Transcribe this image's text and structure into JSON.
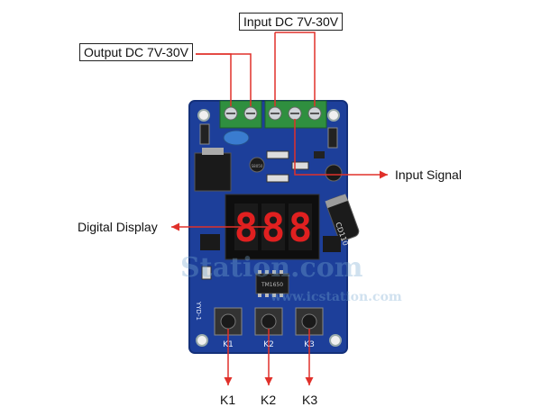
{
  "labels": {
    "input_dc": "Input DC 7V-30V",
    "output_dc": "Output DC 7V-30V",
    "input_signal": "Input Signal",
    "digital_display": "Digital Display",
    "k1": "K1",
    "k2": "K2",
    "k3": "K3"
  },
  "board": {
    "display_digits": [
      "8",
      "8",
      "8"
    ],
    "button_silk": [
      "K1",
      "K2",
      "K3"
    ],
    "silk_model": "YYD-1",
    "capacitor_text": "CD110",
    "ic_text": "TM1650",
    "transistor_text": "S8050"
  },
  "watermark": {
    "brand": "Station.com",
    "url": "www.icstation.com"
  },
  "colors": {
    "pcb": "#1d3f9a",
    "pcb_edge": "#14307a",
    "terminal": "#2f8f3f",
    "arrow": "#e0302a",
    "display_on": "#e02020"
  }
}
